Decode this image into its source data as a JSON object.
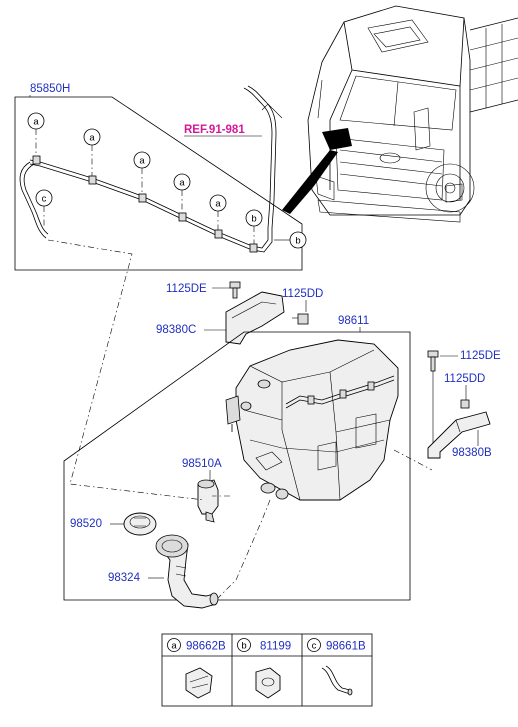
{
  "labels": {
    "hose_assembly": "85850H",
    "reference": "REF.91-981",
    "bolt_top": "1125DE",
    "nut_top": "1125DD",
    "bracket_left": "98380C",
    "reservoir": "98611",
    "bolt_right": "1125DE",
    "nut_right": "1125DD",
    "bracket_right": "98380B",
    "pump": "98510A",
    "cap": "98520",
    "filler_hose": "98324"
  },
  "callouts": {
    "a": "a",
    "b": "b",
    "c": "c"
  },
  "legend": [
    {
      "letter": "a",
      "code": "98662B"
    },
    {
      "letter": "b",
      "code": "81199"
    },
    {
      "letter": "c",
      "code": "98661B"
    }
  ]
}
